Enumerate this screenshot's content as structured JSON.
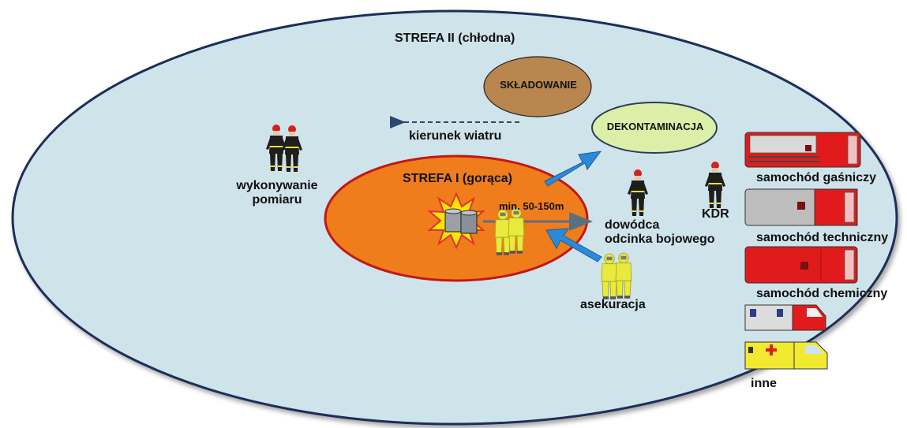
{
  "zones": {
    "outer": {
      "label": "STREFA II (chłodna)",
      "color": "#cfe3ea"
    },
    "inner": {
      "label": "STREFA I (gorąca)",
      "color": "#ef7d1c"
    }
  },
  "areas": {
    "storage": {
      "label": "SKŁADOWANIE",
      "color": "#b8864e"
    },
    "decontamination": {
      "label": "DEKONTAMINACJA",
      "color": "#dcefa8"
    }
  },
  "wind": {
    "label": "kierunek wiatru"
  },
  "distance": {
    "label": "min. 50-150m"
  },
  "personnel": {
    "measurement": {
      "label": "wykonywanie\npomiaru"
    },
    "commander": {
      "label": "dowódca\nodcinka bojowego"
    },
    "kdr": {
      "label": "KDR"
    },
    "backup": {
      "label": "asekuracja"
    }
  },
  "vehicles": [
    {
      "label": "samochód gaśniczy"
    },
    {
      "label": "samochód techniczny"
    },
    {
      "label": "samochód chemiczny"
    },
    {
      "label": "inne"
    }
  ],
  "colors": {
    "arrow": "#2b8ad8",
    "distance_arrow": "#5b6f80",
    "firefighter": "#1e1e1e",
    "hazmat": "#e9ea3e",
    "vehicle_red": "#e11b1b",
    "explosion": "#ffe600"
  }
}
